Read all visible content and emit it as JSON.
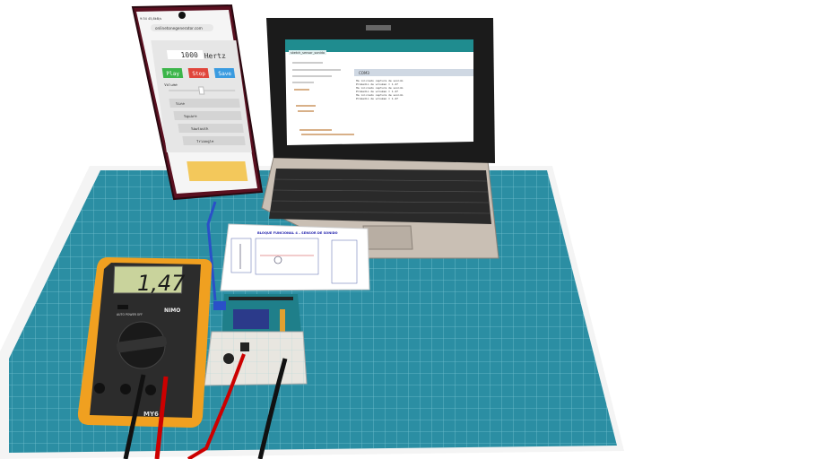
{
  "scene": {
    "colors": {
      "mat": "#2b8ea3",
      "mat_grid": "#7cc6d4",
      "multimeter_body": "#f0a020",
      "lcd": "#c9d39c",
      "laptop_base": "#c9bfb4",
      "phone_frame": "#5a1020",
      "arduino_teal": "#1f7f8a"
    }
  },
  "phone": {
    "status_bar": "9:34  45,8kB/s",
    "url": "onlinetonegenerator.com",
    "frequency": "1000",
    "unit": "Hertz",
    "buttons": {
      "play": "Play",
      "stop": "Stop",
      "save": "Save"
    },
    "button_colors": {
      "play": "#3cb54a",
      "stop": "#e0463c",
      "save": "#3a9be0"
    },
    "volume_label": "Volume",
    "volume_level": 0.5,
    "waveforms": [
      "Sine",
      "Square",
      "Sawtooth",
      "Triangle"
    ],
    "selected_waveform": "Sine"
  },
  "laptop": {
    "ide_tab": "sketch_sensor_sonido",
    "serial_title": "COM3",
    "serial_lines": [
      "Ha iniciado captura de sonido",
      "Promedio de volumen = 1.47",
      "Ha iniciado captura de sonido",
      "Promedio de volumen = 1.47",
      "Ha iniciado captura de sonido",
      "Promedio de volumen = 1.47"
    ]
  },
  "schematic": {
    "title": "BLOQUE FUNCIONAL 4 – SENSOR DE SONIDO"
  },
  "multimeter": {
    "reading": "1,47",
    "brand": "NIMO",
    "auto_power": "AUTO POWER OFF",
    "model": "MY6"
  }
}
